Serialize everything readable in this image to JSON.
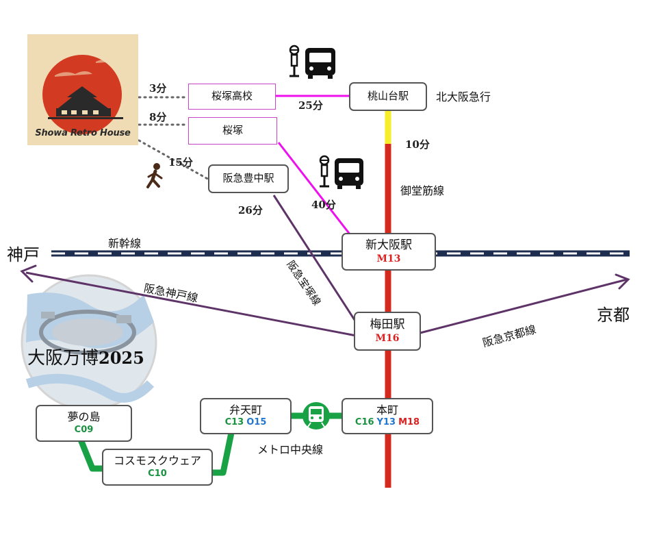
{
  "colors": {
    "hankyu_line": "#5e3468",
    "midosuji_line": "#d42a1e",
    "kita_osaka_line": "#f5ee28",
    "bus_route": "#ee10ee",
    "chuo_line": "#19a245",
    "shinkansen": "#1d2d4f",
    "walk_path": "#666666",
    "code_green": "#1a9140",
    "code_blue": "#2277cc",
    "code_red": "#d92121"
  },
  "logo": {
    "text": "Showa Retro House"
  },
  "stations": {
    "sakurazuka_koko": {
      "name": "桜塚高校"
    },
    "sakurazuka": {
      "name": "桜塚"
    },
    "toyonaka": {
      "name": "阪急豊中駅"
    },
    "momoyamadai": {
      "name": "桃山台駅"
    },
    "shin_osaka": {
      "name": "新大阪駅",
      "code": "M13"
    },
    "umeda": {
      "name": "梅田駅",
      "code": "M16"
    },
    "honmachi": {
      "name": "本町",
      "codes": [
        "C16",
        "Y13",
        "M18"
      ]
    },
    "bentencho": {
      "name": "弁天町",
      "codes": [
        "C13",
        "O15"
      ]
    },
    "yumeshima": {
      "name": "夢の島",
      "code": "C09"
    },
    "cosmosquare": {
      "name": "コスモスクウェア",
      "code": "C10"
    }
  },
  "times": {
    "walk_sakurazuka_koko": "3分",
    "walk_sakurazuka": "8分",
    "walk_toyonaka": "15分",
    "bus_momoyamadai": "25分",
    "bus_shin_osaka": "40分",
    "train_toyonaka_umeda": "26分",
    "momoyamadai_to_shin_osaka": "10分"
  },
  "lines": {
    "kita_osaka": "北大阪急行",
    "midosuji": "御堂筋線",
    "shinkansen": "新幹線",
    "hankyu_kobe": "阪急神戸線",
    "hankyu_takarazuka": "阪急宝塚線",
    "hankyu_kyoto": "阪急京都線",
    "metro_chuo": "メトロ中央線"
  },
  "places": {
    "kobe": "神戸",
    "kyoto": "京都",
    "expo": "大阪万博",
    "expo_year": "2025"
  },
  "icons": [
    "walking-person-icon",
    "bus-stop-icon",
    "bus-icon",
    "train-icon",
    "expo-ring-icon"
  ]
}
